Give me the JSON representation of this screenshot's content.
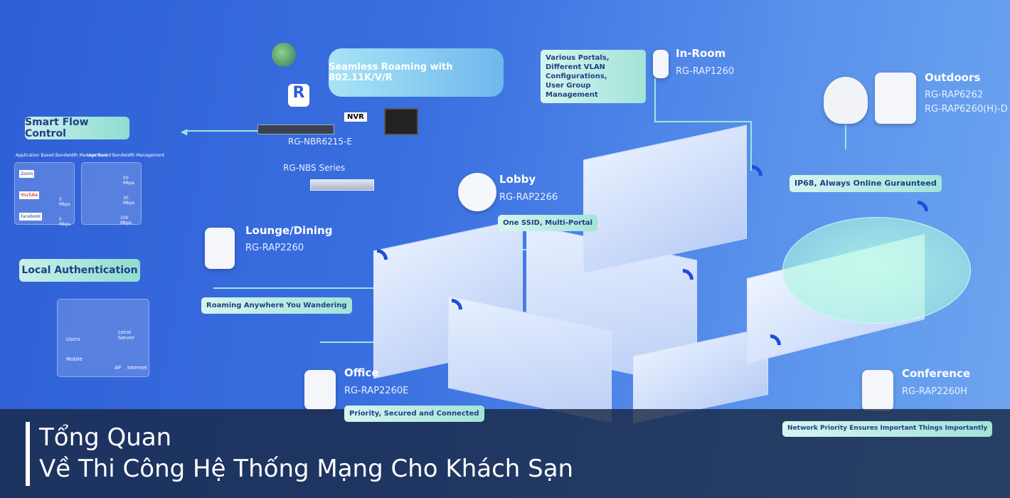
{
  "diagram": {
    "left": {
      "smart_flow_control": "Smart Flow Control",
      "app_bw_title": "Application Based Bandwidth Management",
      "user_bw_title": "User Based Bandwidth Management",
      "app_rows": [
        "Zoom",
        "YouTube",
        "Facebook"
      ],
      "user_rows": [
        "50 Mbps",
        "30 Mbps",
        "100 Mbps"
      ],
      "app_rates": [
        "",
        "5 Mbps",
        "5 Mbps"
      ],
      "local_authentication": "Local Authentication",
      "auth": {
        "users": "Users",
        "mobile": "Mobile",
        "local_server": "Local Server",
        "ap": "AP",
        "internet": "Internet"
      }
    },
    "core": {
      "roaming_banner": "Seamless Roaming with 802.11K/V/R",
      "nvr": "NVR",
      "router": "RG-NBR6215-E",
      "switch": "RG-NBS Series"
    },
    "zones": {
      "in_room": {
        "title": "In-Room",
        "model": "RG-RAP1260",
        "tag": "Various Portals,\nDifferent VLAN Configurations,\nUser Group Management"
      },
      "outdoors": {
        "title": "Outdoors",
        "model1": "RG-RAP6262",
        "model2": "RG-RAP6260(H)-D",
        "tag": "IP68, Always Online Guraunteed"
      },
      "lobby": {
        "title": "Lobby",
        "model": "RG-RAP2266",
        "tag": "One SSID, Multi-Portal"
      },
      "lounge": {
        "title": "Lounge/Dining",
        "model": "RG-RAP2260",
        "tag": "Roaming Anywhere You Wandering"
      },
      "office": {
        "title": "Office",
        "model": "RG-RAP2260E",
        "tag": "Priority, Secured and Connected"
      },
      "conference": {
        "title": "Conference",
        "model": "RG-RAP2260H",
        "tag": "Network Priority Ensures Important Things Importantly"
      }
    }
  },
  "caption": {
    "line1": "Tổng Quan",
    "line2": "Về Thi Công Hệ Thống Mạng Cho Khách Sạn"
  }
}
